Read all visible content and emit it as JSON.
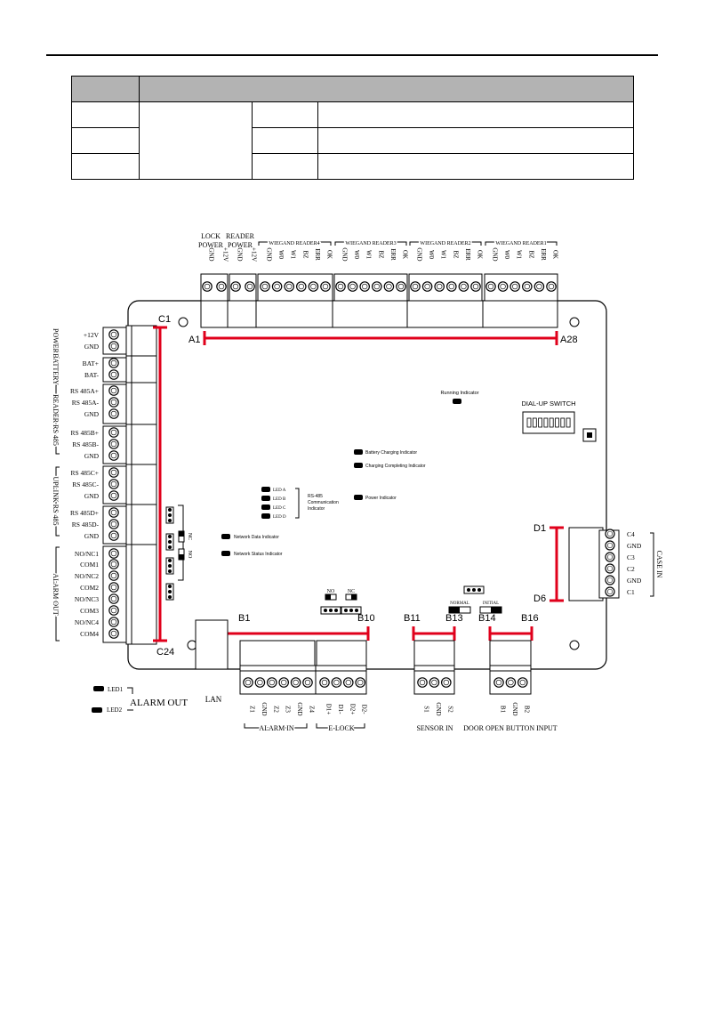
{
  "board": {
    "top_groups": {
      "lock_power": [
        "LOCK",
        "POWER"
      ],
      "reader_power": [
        "READER",
        "POWER"
      ],
      "wiegand_reader4": "WIEGAND READER4",
      "wiegand_reader3": "WIEGAND READER3",
      "wiegand_reader2": "WIEGAND READER2",
      "wiegand_reader1": "WIEGAND READER1"
    },
    "top_pins": {
      "lock_power": [
        "GND",
        "+12V"
      ],
      "reader_power": [
        "GND",
        "+12V"
      ],
      "wiegand": [
        "GND",
        "W0",
        "W1",
        "BZ",
        "ERR",
        "OK"
      ]
    },
    "callouts": {
      "a_start": "A1",
      "a_end": "A28",
      "c_start": "C1",
      "c_end": "C24",
      "d_start": "D1",
      "d_end": "D6",
      "b1": "B1",
      "b10": "B10",
      "b11": "B11",
      "b13": "B13",
      "b14": "B14",
      "b16": "B16"
    },
    "left_terminals": {
      "power": {
        "group": "POWER",
        "pins": [
          "+12V",
          "GND"
        ]
      },
      "battery": {
        "group": "BATTERY",
        "pins": [
          "BAT+",
          "BAT-"
        ]
      },
      "reader_rs485": {
        "group": "READER RS 485",
        "pins": [
          "RS 485A+",
          "RS 485A-",
          "GND",
          "RS 485B+",
          "RS 485B-",
          "GND"
        ]
      },
      "uplink_rs485": {
        "group": "UPLINK RS 485",
        "pins": [
          "RS 485C+",
          "RS 485C-",
          "GND",
          "RS 485D+",
          "RS 485D-",
          "GND"
        ]
      },
      "alarm_out": {
        "group": "ALARM OUT",
        "pins": [
          "NO/NC1",
          "COM1",
          "NO/NC2",
          "COM2",
          "NO/NC3",
          "COM3",
          "NO/NC4",
          "COM4"
        ]
      }
    },
    "right_terminals": {
      "group": "CASE IN",
      "pins": [
        "C4",
        "GND",
        "C3",
        "C2",
        "GND",
        "C1"
      ]
    },
    "indicators": {
      "running": "Running Indicator",
      "battery_charging": "Battery Charging Indicator",
      "charging_completing": "Charging Completing Indicator",
      "power": "Power Indicator",
      "led_a": "LED A",
      "led_b": "LED B",
      "led_c": "LED C",
      "led_d": "LED D",
      "rs485_comm": [
        "RS-485",
        "Communication",
        "Indicator"
      ],
      "network_data": "Network Data Indicator",
      "network_status": "Network Status Indicator",
      "led1": "LED1",
      "led2": "LED2"
    },
    "dial_switch": "DIAL-UP SWITCH",
    "jumpers": {
      "nc_side": "NC",
      "no_side": "NO",
      "no_top": "NO",
      "nc_top": "NC",
      "normal": "NORMAL",
      "initial": "INITIAL"
    },
    "bottom_pins": {
      "alarm_in": [
        "Z1",
        "GND",
        "Z2",
        "Z3",
        "GND",
        "Z4"
      ],
      "elock": [
        "D1+",
        "D1-",
        "D2+",
        "D2-"
      ],
      "sensor": [
        "S1",
        "GND",
        "S2"
      ],
      "door_button": [
        "B1",
        "GND",
        "B2"
      ]
    },
    "bottom_groups": {
      "lan": "LAN",
      "alarm_out": "ALARM OUT",
      "alarm_in": "ALARM IN",
      "elock": "E-LOCK",
      "sensor_in": "SENSOR IN",
      "door_open": "DOOR OPEN BUTTON INPUT"
    },
    "accent_color": "#e0001b"
  }
}
